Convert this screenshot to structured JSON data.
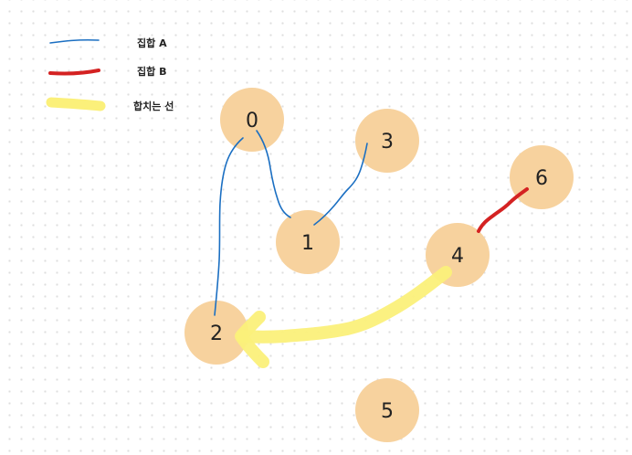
{
  "legend": [
    {
      "id": "set-a",
      "label": "집합 A",
      "color": "#1b6fc2"
    },
    {
      "id": "set-b",
      "label": "집합 B",
      "color": "#d42222"
    },
    {
      "id": "merge",
      "label": "합치는 선",
      "color": "#fbf07a"
    }
  ],
  "nodes": [
    {
      "id": "0",
      "label": "0"
    },
    {
      "id": "1",
      "label": "1"
    },
    {
      "id": "2",
      "label": "2"
    },
    {
      "id": "3",
      "label": "3"
    },
    {
      "id": "4",
      "label": "4"
    },
    {
      "id": "5",
      "label": "5"
    },
    {
      "id": "6",
      "label": "6"
    }
  ],
  "edges": [
    {
      "from": "0",
      "to": "1",
      "set": "set-a"
    },
    {
      "from": "0",
      "to": "2",
      "set": "set-a"
    },
    {
      "from": "1",
      "to": "3",
      "set": "set-a"
    },
    {
      "from": "4",
      "to": "6",
      "set": "set-b"
    },
    {
      "from": "4",
      "to": "2",
      "set": "merge"
    }
  ],
  "node_color": "#f7d29e"
}
